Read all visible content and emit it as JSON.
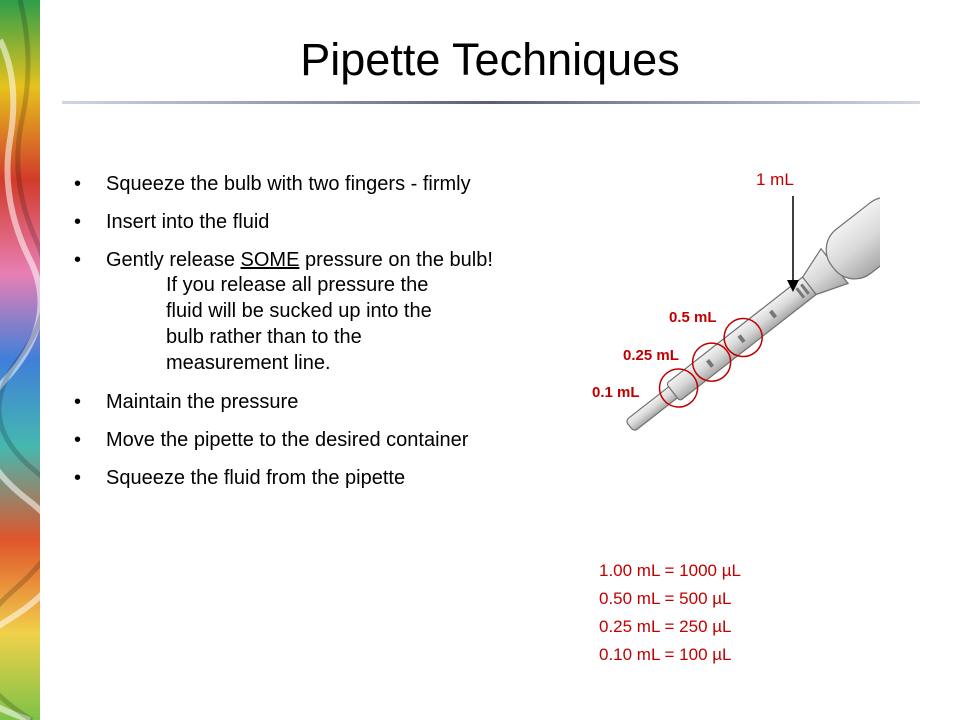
{
  "slide": {
    "title": "Pipette Techniques",
    "bullets": [
      {
        "pre": "Squeeze the bulb with two fingers - firmly"
      },
      {
        "pre": "Insert into the fluid"
      },
      {
        "pre": "Gently release ",
        "underline": "SOME",
        "post": " pressure on the bulb!",
        "sub": [
          "If you release all pressure the",
          "fluid will be sucked up into the",
          "bulb rather than to the",
          "measurement line."
        ]
      },
      {
        "pre": "Maintain the pressure"
      },
      {
        "pre": "Move the pipette to the desired container"
      },
      {
        "pre": "Squeeze the fluid from the pipette"
      }
    ],
    "bullet_char": "•"
  },
  "figure": {
    "label_1ml": "1 mL",
    "label_05": "0.5 mL",
    "label_025": "0.25 mL",
    "label_01": "0.1 mL"
  },
  "conversions": [
    "1.00 mL = 1000 µL",
    "0.50 mL = 500 µL",
    "0.25 mL = 250 µL",
    "0.10 mL = 100 µL"
  ],
  "colors": {
    "accent": "#c00000",
    "text": "#000000"
  }
}
